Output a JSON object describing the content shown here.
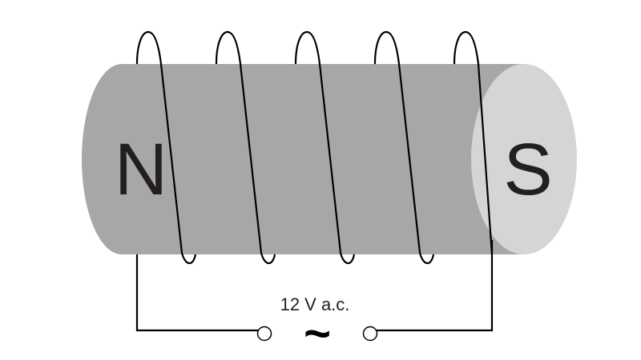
{
  "diagram": {
    "north_label": "N",
    "south_label": "S",
    "supply_label": "12 V a.c.",
    "ac_symbol": "~",
    "colors": {
      "core_body": "#a8a7a7",
      "core_end_face": "#d5d5d5",
      "wire": "#000000"
    }
  }
}
